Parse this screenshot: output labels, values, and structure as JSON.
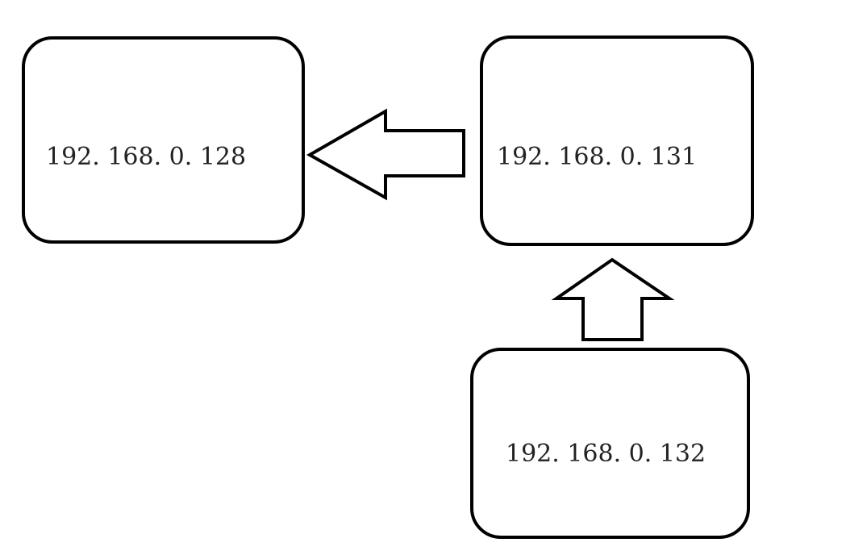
{
  "nodes": [
    {
      "id": "node-128",
      "label": "192. 168. 0. 128"
    },
    {
      "id": "node-131",
      "label": "192. 168. 0. 131"
    },
    {
      "id": "node-132",
      "label": "192. 168. 0. 132"
    }
  ],
  "edges": [
    {
      "from": "node-131",
      "to": "node-128"
    },
    {
      "from": "node-132",
      "to": "node-131"
    }
  ],
  "colors": {
    "stroke": "#000000",
    "fill": "#ffffff",
    "text": "#222222"
  }
}
